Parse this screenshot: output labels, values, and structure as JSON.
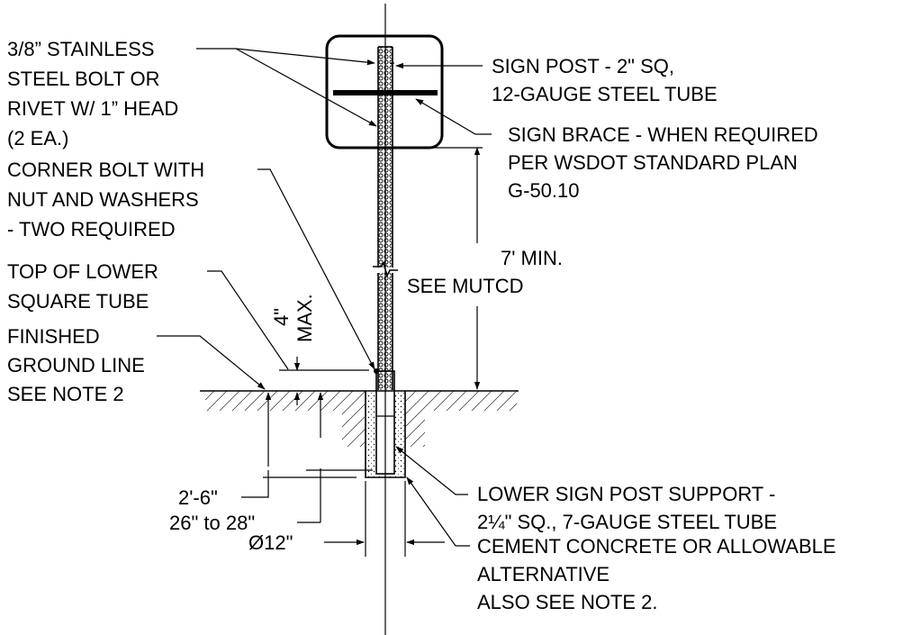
{
  "callouts": {
    "bolt": [
      "3/8” STAINLESS",
      "STEEL BOLT OR",
      "RIVET W/ 1” HEAD",
      "(2 EA.)"
    ],
    "post": [
      "SIGN POST - 2\" SQ,",
      "12-GAUGE STEEL TUBE"
    ],
    "brace": [
      "SIGN BRACE - WHEN REQUIRED",
      "PER WSDOT STANDARD PLAN",
      "G-50.10"
    ],
    "corner_bolt": [
      "CORNER BOLT WITH",
      "NUT AND WASHERS",
      "- TWO REQUIRED"
    ],
    "min_height": [
      "7' MIN.",
      "SEE MUTCD"
    ],
    "top_lower": [
      "TOP OF LOWER",
      "SQUARE TUBE"
    ],
    "max_dim": [
      "4\"",
      "MAX."
    ],
    "ground": [
      "FINISHED",
      "GROUND LINE",
      "SEE NOTE 2"
    ],
    "lower_support": [
      "LOWER SIGN POST SUPPORT -",
      "2¼\" SQ., 7-GAUGE STEEL TUBE"
    ],
    "embed_depth": "2'-6\"",
    "tube_depth": "26\" to 28\"",
    "concrete": [
      "CEMENT CONCRETE OR ALLOWABLE",
      "ALTERNATIVE",
      "ALSO SEE NOTE 2."
    ],
    "diameter": "Ø12\""
  }
}
